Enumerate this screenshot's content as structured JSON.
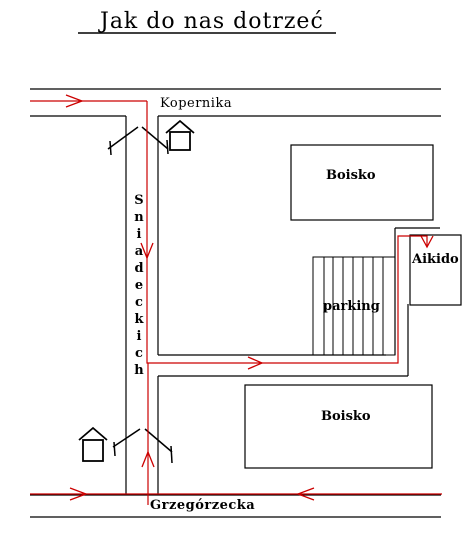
{
  "title": "Jak do nas dotrzeć",
  "streets": {
    "top": "Kopernika",
    "bottom": "Grzegórzecka",
    "vertical_letters": [
      "S",
      "n",
      "i",
      "a",
      "d",
      "e",
      "c",
      "k",
      "i",
      "c",
      "h"
    ]
  },
  "places": {
    "field_top": "Boisko",
    "field_bottom": "Boisko",
    "parking": "parking",
    "aikido": "Aikido"
  },
  "colors": {
    "route": "#cc0000",
    "lines": "#000000"
  }
}
